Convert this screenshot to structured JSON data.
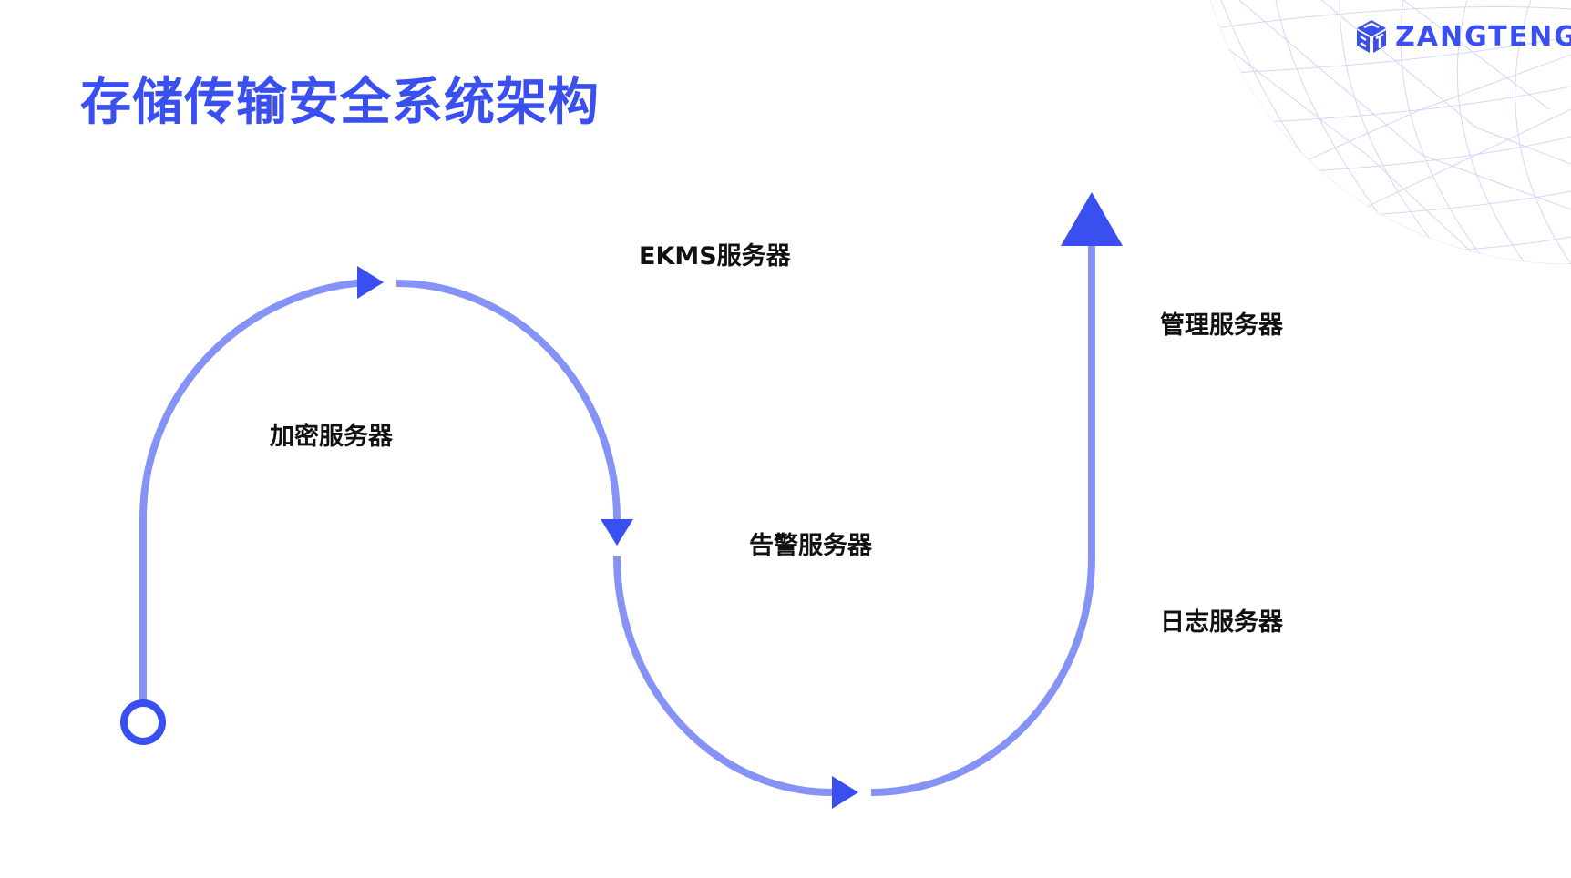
{
  "slide": {
    "title": "存储传输安全系统架构",
    "brand": {
      "name": "ZANGTENG",
      "icon": "cube-logo-icon"
    },
    "colors": {
      "accent": "#3a4ff0",
      "path": "#8593f7",
      "text": "#111111"
    }
  },
  "flow": {
    "start": "start-node-icon",
    "nodes": [
      {
        "id": "encrypt",
        "label": "加密服务器"
      },
      {
        "id": "ekms",
        "label": "EKMS服务器"
      },
      {
        "id": "alert",
        "label": "告警服务器"
      },
      {
        "id": "log",
        "label": "日志服务器"
      },
      {
        "id": "mgmt",
        "label": "管理服务器"
      }
    ]
  }
}
